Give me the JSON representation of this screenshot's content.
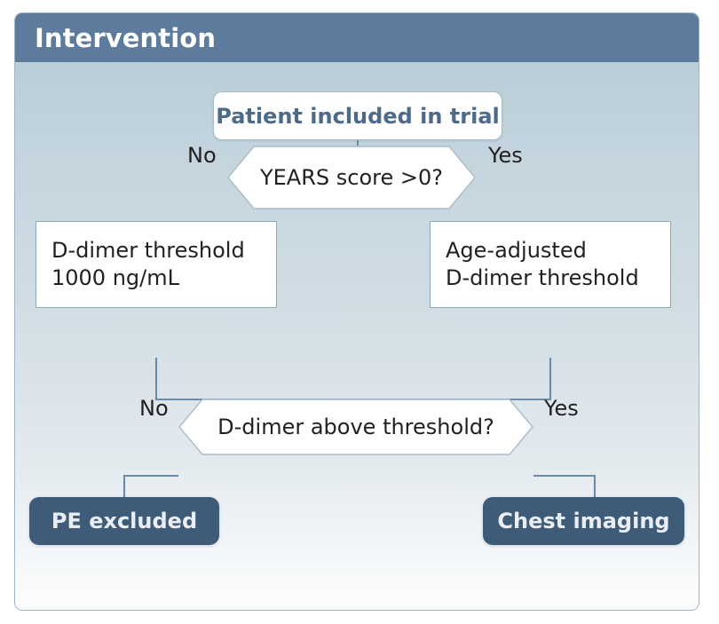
{
  "figure": {
    "header_title": "Intervention",
    "accent_header_color": "#5d7b9c",
    "terminal_color": "#3e5b77",
    "connector_color": "#6b8baa",
    "start_text_color": "#4d6a88"
  },
  "nodes": {
    "start": {
      "label": "Patient included in trial"
    },
    "decision1": {
      "label": "YEARS score >0?"
    },
    "process_left": {
      "line1": "D-dimer threshold",
      "line2": "1000 ng/mL"
    },
    "process_right": {
      "line1": "Age-adjusted",
      "line2": "D-dimer threshold"
    },
    "decision2": {
      "label": "D-dimer above threshold?"
    },
    "terminal_left": {
      "label": "PE excluded"
    },
    "terminal_right": {
      "label": "Chest imaging"
    }
  },
  "branch_labels": {
    "d1_no": "No",
    "d1_yes": "Yes",
    "d2_no": "No",
    "d2_yes": "Yes"
  }
}
